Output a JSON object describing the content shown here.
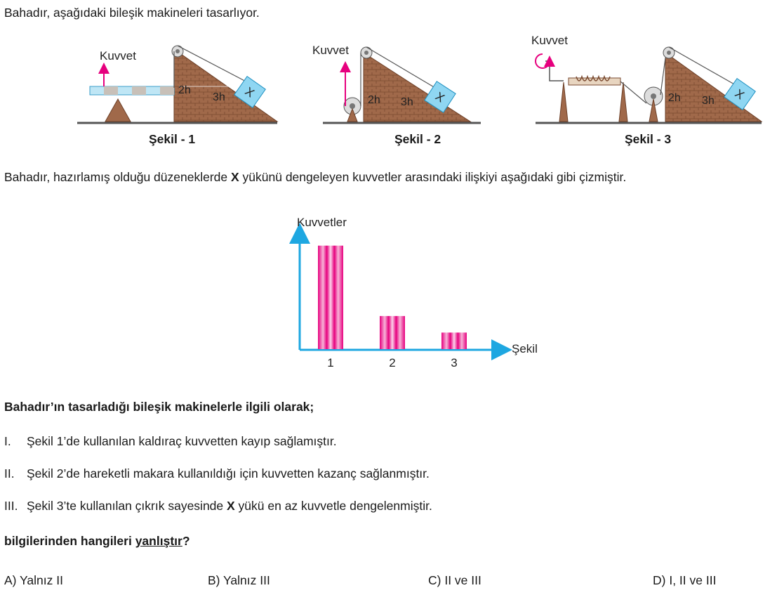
{
  "intro": "Bahadır, aşağıdaki bileşik makineleri tasarlıyor.",
  "figures": [
    {
      "caption": "Şekil - 1",
      "force_label": "Kuvvet",
      "h1": "2h",
      "h2": "3h",
      "load": "X"
    },
    {
      "caption": "Şekil - 2",
      "force_label": "Kuvvet",
      "h1": "2h",
      "h2": "3h",
      "load": "X"
    },
    {
      "caption": "Şekil - 3",
      "force_label": "Kuvvet",
      "h1": "2h",
      "h2": "3h",
      "load": "X"
    }
  ],
  "relation": {
    "pre": "Bahadır, hazırlamış olduğu düzeneklerde ",
    "bold": "X",
    "post": " yükünü dengeleyen kuvvetler arasındaki ilişkiyi aşağıdaki gibi çizmiştir."
  },
  "chart_data": {
    "type": "bar",
    "ylabel": "Kuvvetler",
    "xlabel": "Şekil",
    "categories": [
      "1",
      "2",
      "3"
    ],
    "values": [
      5,
      1.6,
      0.8
    ],
    "ylim": [
      0,
      5.6
    ],
    "bar_color": "#e6007e",
    "axis_color": "#1ea7e1"
  },
  "question_head": "Bahadır’ın tasarladığı bileşik makinelerle ilgili olarak;",
  "statements": [
    {
      "num": "I.",
      "text": "Şekil 1’de kullanılan kaldıraç kuvvetten kayıp sağlamıştır."
    },
    {
      "num": "II.",
      "text": "Şekil 2’de hareketli makara kullanıldığı için kuvvetten kazanç sağlanmıştır."
    },
    {
      "num": "III.",
      "pre": "Şekil 3’te kullanılan çıkrık sayesinde ",
      "bold": "X",
      "post": " yükü en az kuvvetle dengelenmiştir."
    }
  ],
  "question_tail": {
    "pre": "bilgilerinden hangileri ",
    "underlined": "yanlıştır",
    "post": "?"
  },
  "options": [
    {
      "label": "A)",
      "text": "Yalnız II"
    },
    {
      "label": "B)",
      "text": "Yalnız III"
    },
    {
      "label": "C)",
      "text": "II ve III"
    },
    {
      "label": "D)",
      "text": "I, II ve III"
    }
  ]
}
